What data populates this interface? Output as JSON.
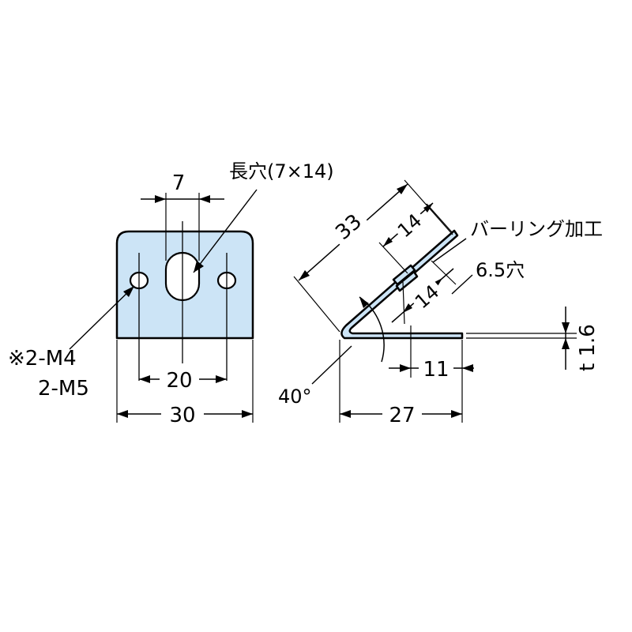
{
  "front_view": {
    "dim_slot_width": "7",
    "dim_hole_pitch": "20",
    "dim_width": "30",
    "slot_label": "長穴(7×14)",
    "thread_label_1": "※2-M4",
    "thread_label_2": "2-M5"
  },
  "side_view": {
    "dim_length": "33",
    "dim_upper_14": "14",
    "dim_lower_14": "14",
    "dim_angle": "40°",
    "dim_base": "27",
    "dim_11": "11",
    "dim_thickness": "t 1.6",
    "burring_label": "バーリング加工",
    "hole_label": "6.5穴"
  },
  "colors": {
    "part_fill": "#cce4f6",
    "line": "#000000"
  }
}
